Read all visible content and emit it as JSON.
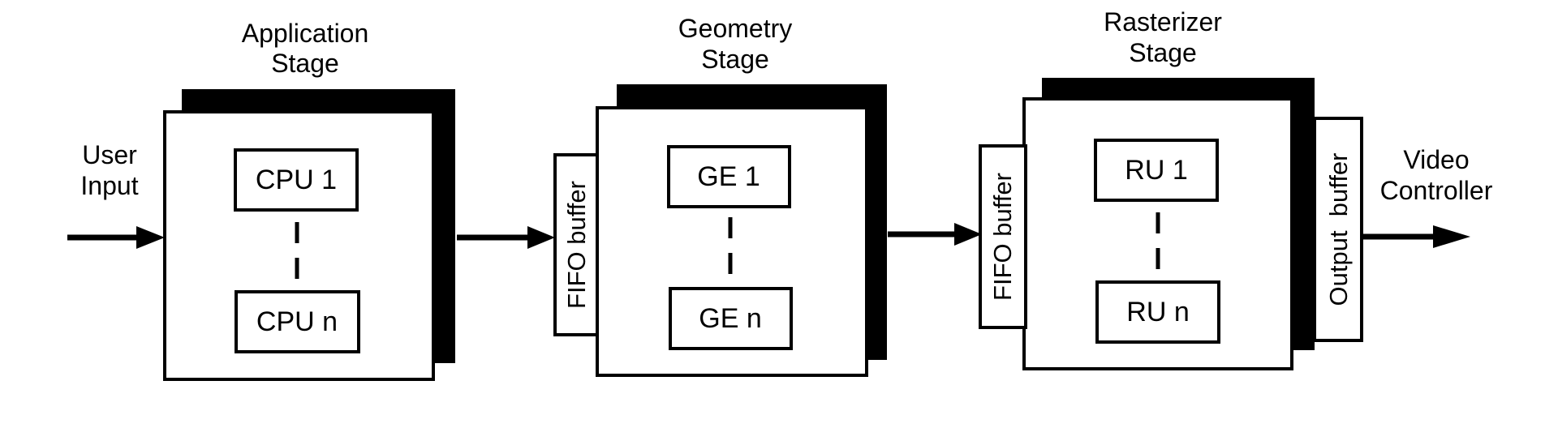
{
  "diagram": {
    "input": {
      "line1": "User",
      "line2": "Input"
    },
    "output": {
      "line1": "Video",
      "line2": "Controller"
    },
    "application": {
      "title_line1": "Application",
      "title_line2": "Stage",
      "unit_first": "CPU 1",
      "unit_last": "CPU n"
    },
    "geometry": {
      "title_line1": "Geometry",
      "title_line2": "Stage",
      "buffer": "FIFO buffer",
      "unit_first": "GE 1",
      "unit_last": "GE n"
    },
    "rasterizer": {
      "title_line1": "Rasterizer",
      "title_line2": "Stage",
      "buffer_in": "FIFO buffer",
      "unit_first": "RU 1",
      "unit_last": "RU n",
      "buffer_out": "Output  buffer"
    }
  }
}
